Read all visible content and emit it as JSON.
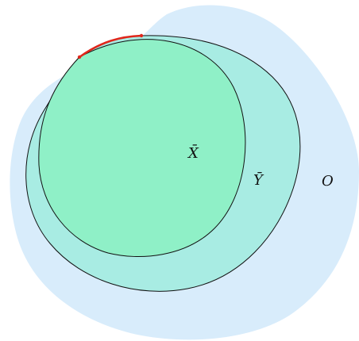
{
  "diagram": {
    "regions": [
      {
        "id": "O",
        "label": "O",
        "fill": "#d8ecfb"
      },
      {
        "id": "Y",
        "label": "Ȳ",
        "fill": "#a8ece3",
        "stroke": "#111111"
      },
      {
        "id": "X",
        "label": "X̄",
        "fill": "#8ff0c7",
        "stroke": "#111111"
      }
    ],
    "highlight_arc": {
      "color": "#e0261b"
    }
  }
}
